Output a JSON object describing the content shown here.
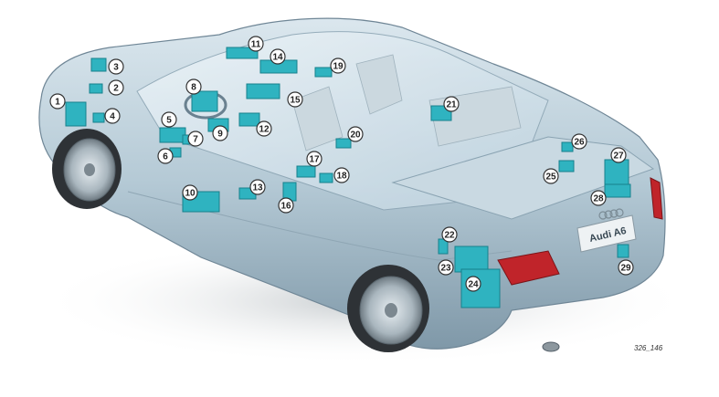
{
  "diagram": {
    "figure_id": "326_146",
    "plate_text": "Audi A6",
    "callouts": [
      "1",
      "2",
      "3",
      "4",
      "5",
      "6",
      "7",
      "8",
      "9",
      "10",
      "11",
      "12",
      "13",
      "14",
      "15",
      "16",
      "17",
      "18",
      "19",
      "20",
      "21",
      "22",
      "23",
      "24",
      "25",
      "26",
      "27",
      "28",
      "29"
    ],
    "colors": {
      "body": "#b9cdd8",
      "body_dark": "#7f98a8",
      "glass": "#d6e5ee",
      "module": "#2fb3c0",
      "module_dark": "#17808c",
      "tail_light": "#c0242a",
      "tire": "#2e3236",
      "callout_fill": "#ffffff",
      "callout_stroke": "#333333"
    }
  }
}
